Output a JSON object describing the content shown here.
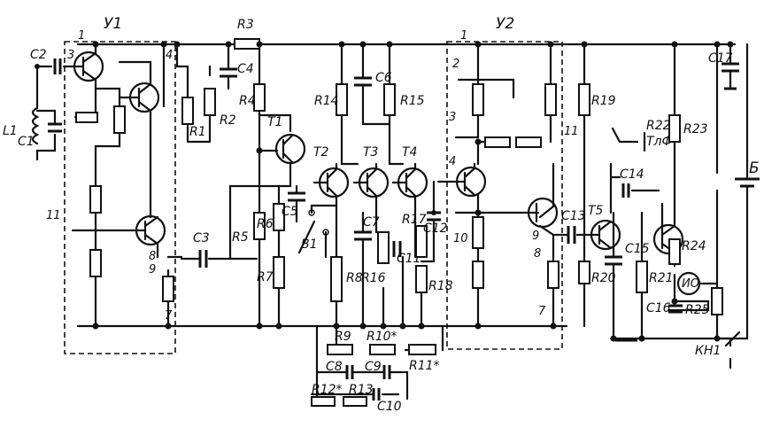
{
  "modules": {
    "u1": "У1",
    "u2": "У2"
  },
  "transistors": {
    "t1": "Т1",
    "t2": "Т2",
    "t3": "Т3",
    "t4": "Т4",
    "t5": "Т5"
  },
  "resistors": {
    "r1": "R1",
    "r2": "R2",
    "r3": "R3",
    "r4": "R4",
    "r5": "R5",
    "r6": "R6",
    "r7": "R7",
    "r8": "R8",
    "r9": "R9",
    "r10": "R10*",
    "r11": "R11*",
    "r12": "R12*",
    "r13": "R13",
    "r14": "R14",
    "r15": "R15",
    "r16": "R16",
    "r17": "R17",
    "r18": "R18",
    "r19": "R19",
    "r20": "R20",
    "r21": "R21",
    "r22": "R22",
    "r23": "R23",
    "r24": "R24",
    "r25": "R25"
  },
  "capacitors": {
    "c1": "C1",
    "c2": "C2",
    "c3": "C3",
    "c4": "C4",
    "c5": "C5",
    "c6": "C6",
    "c7": "C7",
    "c8": "C8",
    "c9": "C9",
    "c10": "C10",
    "c11": "C11",
    "c12": "C12",
    "c13": "C13",
    "c14": "C14",
    "c15": "C15",
    "c16": "C16",
    "c17": "C17"
  },
  "other": {
    "l1": "L1",
    "b1": "B1",
    "jack": "ТлФ",
    "meter": "ИО",
    "button": "КН1",
    "battery": "Б"
  },
  "pins_u1": {
    "p1": "1",
    "p3": "3",
    "p4": "4",
    "p8": "8",
    "p9": "9",
    "p7": "7",
    "p11": "11"
  },
  "pins_u2": {
    "p1": "1",
    "p2": "2",
    "p3": "3",
    "p4": "4",
    "p11": "11",
    "p10": "10",
    "p9": "9",
    "p8": "8",
    "p7": "7"
  }
}
